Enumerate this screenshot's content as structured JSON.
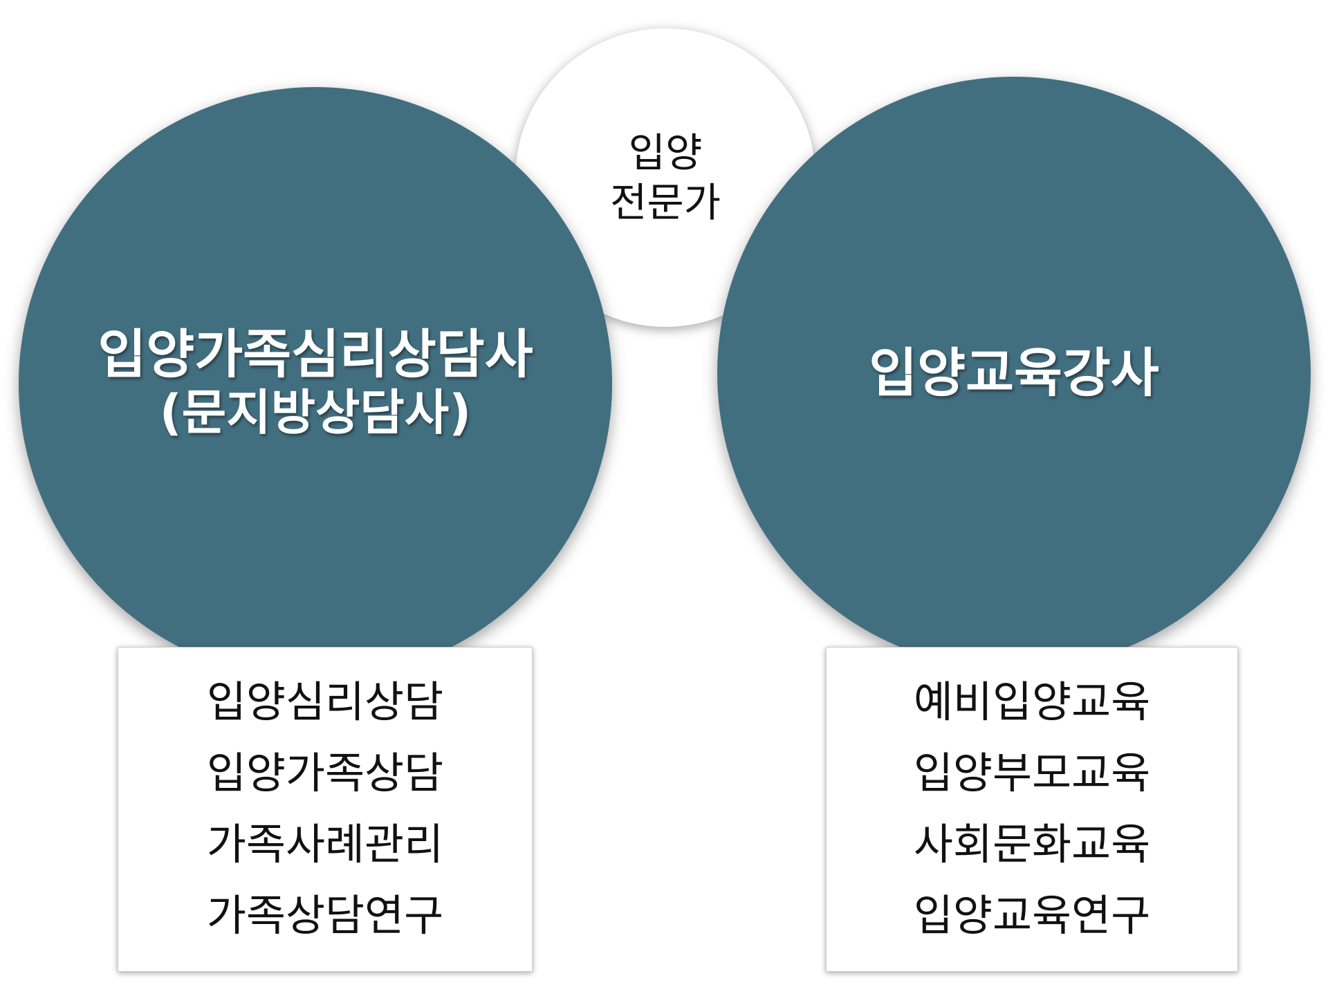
{
  "center": {
    "line1": "입양",
    "line2": "전문가"
  },
  "left": {
    "title": "입양가족심리상담사",
    "subtitle": "(문지방상담사)",
    "items": [
      "입양심리상담",
      "입양가족상담",
      "가족사례관리",
      "가족상담연구"
    ]
  },
  "right": {
    "title": "입양교육강사",
    "items": [
      "예비입양교육",
      "입양부모교육",
      "사회문화교육",
      "입양교육연구"
    ]
  },
  "colors": {
    "circle_fill": "#426f80",
    "center_fill": "#ffffff",
    "text_light": "#ffffff",
    "text_dark": "#111111"
  }
}
